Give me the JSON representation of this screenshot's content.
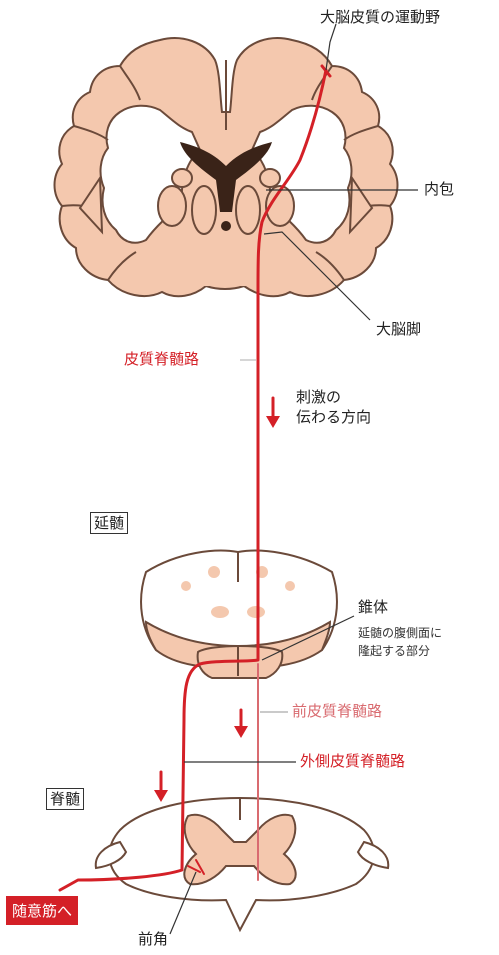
{
  "labels": {
    "motor_cortex": "大脳皮質の運動野",
    "internal_capsule": "内包",
    "cerebral_peduncle": "大脳脚",
    "corticospinal_tract": "皮質脊髄路",
    "stimulus_direction_1": "刺激の",
    "stimulus_direction_2": "伝わる方向",
    "medulla": "延髄",
    "pyramid": "錐体",
    "pyramid_note_1": "延髄の腹側面に",
    "pyramid_note_2": "隆起する部分",
    "anterior_tract": "前皮質脊髄路",
    "lateral_tract": "外側皮質脊髄路",
    "spinal_cord": "脊髄",
    "to_voluntary_muscle": "随意筋へ",
    "anterior_horn": "前角"
  },
  "colors": {
    "tissue": "#f4c8ae",
    "tissue_outline": "#6b4a3a",
    "ventricle": "#3a2318",
    "tract_red": "#d42027",
    "tract_pink": "#d96b70",
    "white_matter": "#ffffff"
  }
}
